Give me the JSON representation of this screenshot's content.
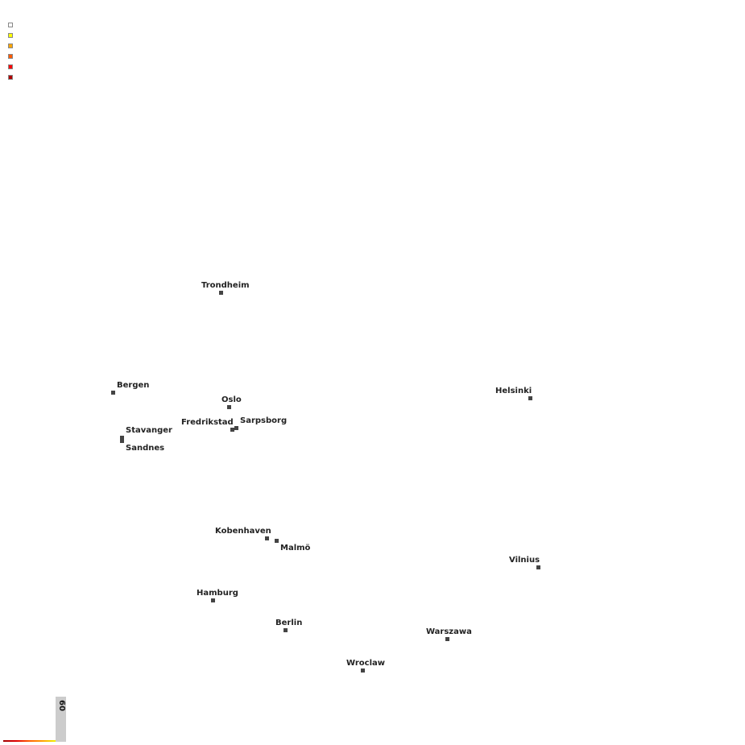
{
  "legend": {
    "colors": [
      "#ffffff",
      "#ffff00",
      "#ffa500",
      "#ff5a00",
      "#ff0000",
      "#b00000"
    ]
  },
  "scale": {
    "label": "60"
  },
  "cities": [
    {
      "name": "Trondheim"
    },
    {
      "name": "Bergen"
    },
    {
      "name": "Oslo"
    },
    {
      "name": "Fredrikstad"
    },
    {
      "name": "Sarpsborg"
    },
    {
      "name": "Stavanger"
    },
    {
      "name": "Sandnes"
    },
    {
      "name": "Helsinki"
    },
    {
      "name": "Kobenhaven"
    },
    {
      "name": "Malmö"
    },
    {
      "name": "Vilnius"
    },
    {
      "name": "Hamburg"
    },
    {
      "name": "Berlin"
    },
    {
      "name": "Warszawa"
    },
    {
      "name": "Wroclaw"
    }
  ]
}
